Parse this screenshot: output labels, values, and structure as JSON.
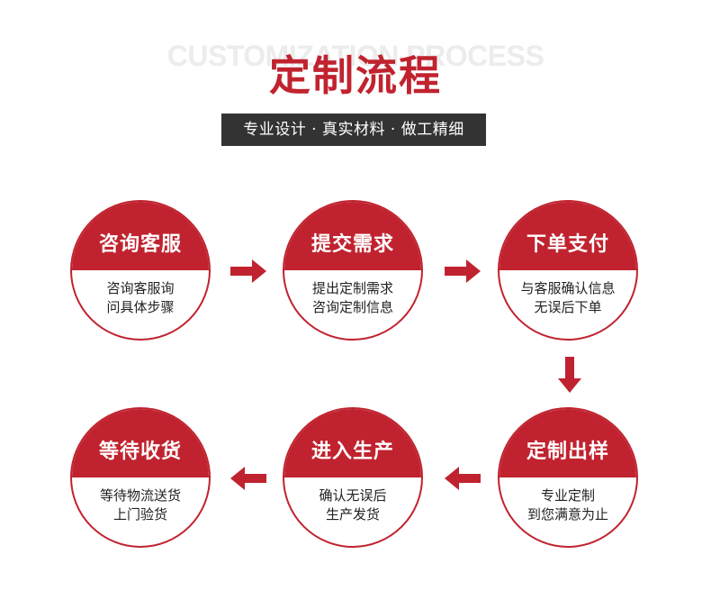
{
  "header": {
    "bg_text": "CUSTOMIZATION PROCESS",
    "title": "定制流程",
    "subtitle": "专业设计 · 真实材料 · 做工精细"
  },
  "steps": [
    {
      "title": "咨询客服",
      "line1": "咨询客服询",
      "line2": "问具体步骤"
    },
    {
      "title": "提交需求",
      "line1": "提出定制需求",
      "line2": "咨询定制信息"
    },
    {
      "title": "下单支付",
      "line1": "与客服确认信息",
      "line2": "无误后下单"
    },
    {
      "title": "定制出样",
      "line1": "专业定制",
      "line2": "到您满意为止"
    },
    {
      "title": "进入生产",
      "line1": "确认无误后",
      "line2": "生产发货"
    },
    {
      "title": "等待收货",
      "line1": "等待物流送货",
      "line2": "上门验货"
    }
  ],
  "colors": {
    "accent": "#c0232f",
    "dark_bar": "#333333",
    "bg_text": "#ececec"
  },
  "icons": [
    "arrow-right-icon",
    "arrow-down-icon",
    "arrow-left-icon"
  ]
}
